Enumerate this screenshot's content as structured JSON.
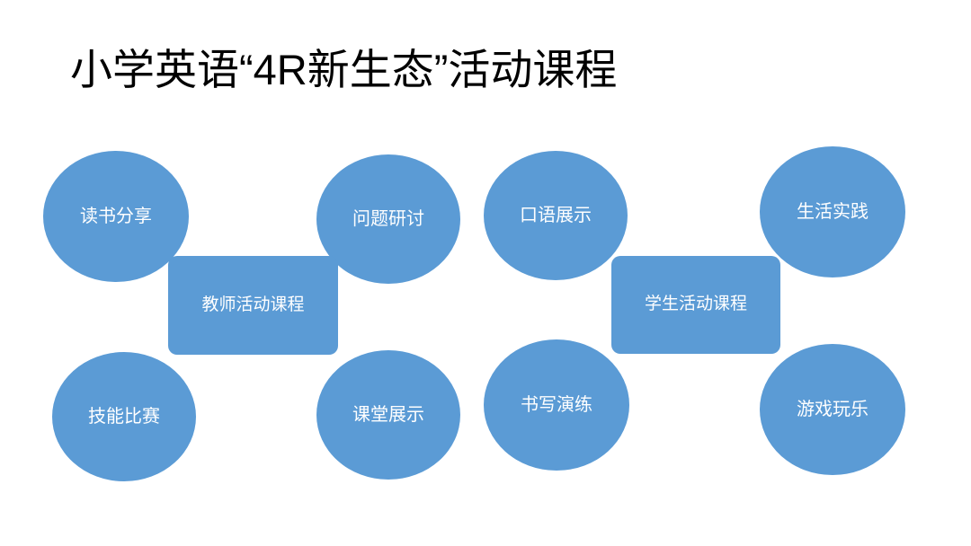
{
  "slide": {
    "title": "小学英语“4R新生态”活动课程",
    "background_color": "#FFFFFF",
    "title_color": "#000000",
    "node_fill_color": "#5B9BD5",
    "node_text_color": "#FFFFFF"
  },
  "diagram": {
    "type": "hub-and-spoke",
    "clusters": [
      {
        "hub": {
          "label": "教师活动课程",
          "shape": "rounded-rectangle"
        },
        "spokes": [
          {
            "label": "读书分享",
            "shape": "circle",
            "position": "top-left"
          },
          {
            "label": "问题研讨",
            "shape": "circle",
            "position": "top-right"
          },
          {
            "label": "技能比赛",
            "shape": "circle",
            "position": "bottom-left"
          },
          {
            "label": "课堂展示",
            "shape": "circle",
            "position": "bottom-right"
          }
        ]
      },
      {
        "hub": {
          "label": "学生活动课程",
          "shape": "rounded-rectangle"
        },
        "spokes": [
          {
            "label": "口语展示",
            "shape": "circle",
            "position": "top-left"
          },
          {
            "label": "生活实践",
            "shape": "circle",
            "position": "top-right"
          },
          {
            "label": "书写演练",
            "shape": "circle",
            "position": "bottom-left"
          },
          {
            "label": "游戏玩乐",
            "shape": "circle",
            "position": "bottom-right"
          }
        ]
      }
    ]
  }
}
